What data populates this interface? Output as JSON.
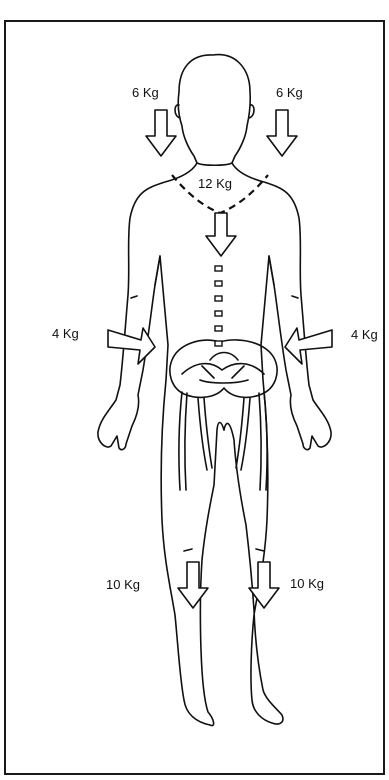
{
  "labels": {
    "head_left": "6 Kg",
    "head_right": "6 Kg",
    "trunk": "12 Kg",
    "arm_left": "4 Kg",
    "arm_right": "4 Kg",
    "leg_left": "10 Kg",
    "leg_right": "10 Kg"
  },
  "colors": {
    "ink": "#111111",
    "background": "#ffffff"
  }
}
